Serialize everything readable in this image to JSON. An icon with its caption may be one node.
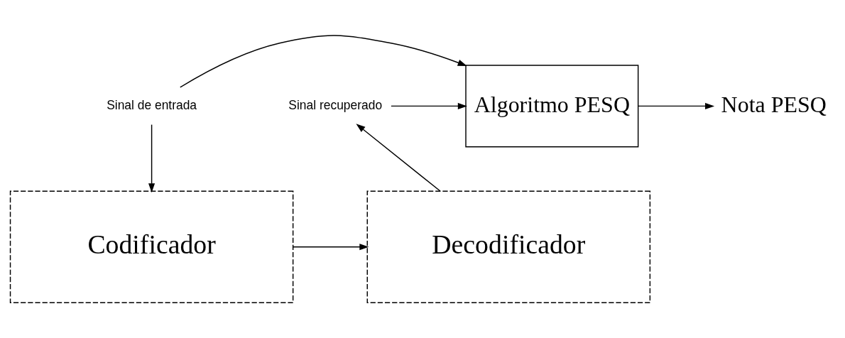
{
  "diagram": {
    "nodes": [
      {
        "text": [
          "Sinal de entrada"
        ]
      },
      {
        "text": [
          "Algoritmo PESQ"
        ]
      },
      {
        "text": [
          "Sinal recuperado"
        ]
      },
      {
        "text": [
          "Nota PESQ"
        ]
      },
      {
        "text": [
          "Codificador"
        ]
      },
      {
        "text": [
          "Decodificador"
        ]
      }
    ],
    "edges": [
      {
        "from": 0,
        "to": 1,
        "arrow": "to"
      },
      {
        "from": 2,
        "to": 1,
        "arrow": "to"
      },
      {
        "from": 1,
        "to": 3,
        "arrow": "to"
      },
      {
        "from": 0,
        "to": 4,
        "arrow": "to"
      },
      {
        "from": 4,
        "to": 5,
        "arrow": "to"
      },
      {
        "from": 5,
        "to": 2,
        "arrow": "to"
      }
    ]
  }
}
